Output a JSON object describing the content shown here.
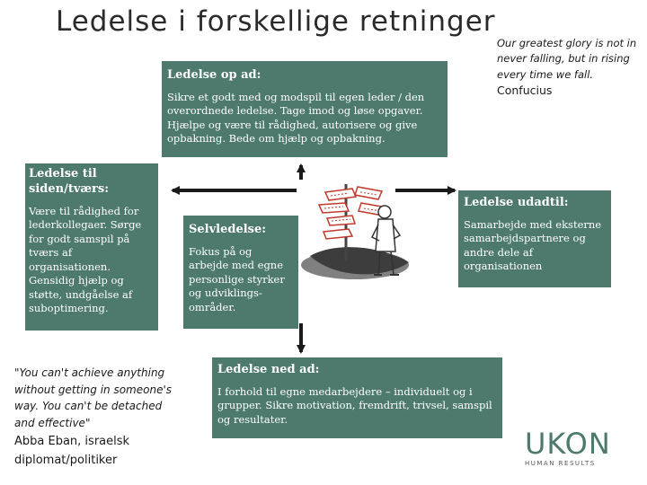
{
  "title": "Ledelse i forskellige retninger",
  "quote_top": {
    "text": "Our greatest glory is not in never falling, but in rising every time we fall.",
    "author": "Confucius"
  },
  "up": {
    "heading": "Ledelse op ad:",
    "body": "Sikre et godt med og modspil til egen leder / den overordnede ledelse. Tage imod og løse opgaver. Hjælpe og være til rådighed, autorisere og give opbakning. Bede om hjælp og opbakning."
  },
  "side": {
    "heading": "Ledelse til siden/tværs:",
    "body": "Være til rådighed for lederkollegaer. Sørge for godt samspil på tværs af organisationen. Gensidig hjælp og støtte, undgåelse af suboptimering."
  },
  "self": {
    "heading": "Selvledelse:",
    "body": "Fokus på og arbejde med egne personlige styrker og udviklings-områder."
  },
  "out": {
    "heading": "Ledelse udadtil:",
    "body": "Samarbejde med eksterne samarbejdspartnere og andre dele af organisationen"
  },
  "down": {
    "heading": "Ledelse ned ad:",
    "body": "I forhold til egne medarbejdere – individuelt og i grupper. Sikre motivation, fremdrift, trivsel, samspil og resultater."
  },
  "quote_bottom": {
    "text": "\"You can't achieve anything without getting in someone's way. You can't be detached and effective\"",
    "author": "Abba Eban, israelsk diplomat/politiker"
  },
  "logo": {
    "mark": "UKON",
    "sub": "HUMAN RESULTS"
  },
  "colors": {
    "box": "#4d7a6d",
    "arrow": "#1a1a1a",
    "figure_line": "#333333",
    "sign_red": "#c0392b"
  }
}
